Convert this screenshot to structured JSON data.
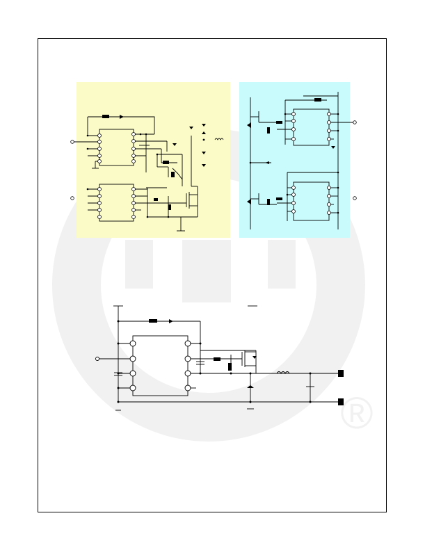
{
  "colors": {
    "panel_left_fill": "#fbfbc7",
    "panel_right_fill": "#c9fbfd",
    "watermark": "#f1f1f1",
    "line": "#000000"
  },
  "diagrams": [
    {
      "name": "two-chip-driver-schematic",
      "panel": "yellow"
    },
    {
      "name": "dual-chip-bridge-schematic",
      "panel": "cyan"
    },
    {
      "name": "buck-converter-schematic",
      "panel": "none"
    }
  ],
  "watermark": {
    "icon": "registered-trademark-icon",
    "glyph": "®"
  }
}
